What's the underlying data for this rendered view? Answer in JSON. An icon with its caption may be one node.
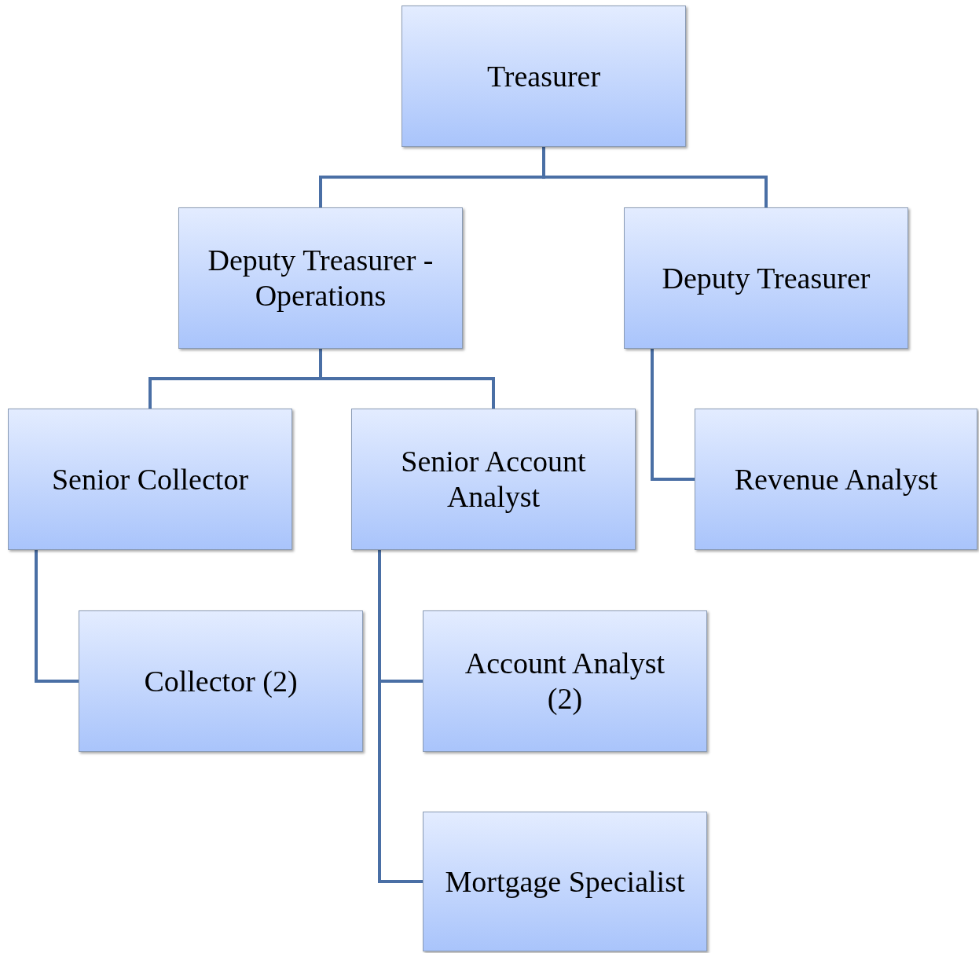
{
  "diagram": {
    "nodes": [
      {
        "text": [
          "Treasurer"
        ]
      },
      {
        "text": [
          "Deputy Treasurer - Operations"
        ]
      },
      {
        "text": [
          "Deputy Treasurer"
        ]
      },
      {
        "text": [
          "Senior Collector"
        ]
      },
      {
        "text": [
          "Senior Account Analyst"
        ]
      },
      {
        "text": [
          "Revenue Analyst"
        ]
      },
      {
        "text": [
          "Collector (2)"
        ]
      },
      {
        "text": [
          "Account Analyst (2)"
        ]
      },
      {
        "text": [
          "Mortgage Specialist"
        ]
      }
    ],
    "edges": [
      {
        "from": 0,
        "to": 1,
        "arrow": "none"
      },
      {
        "from": 0,
        "to": 2,
        "arrow": "none"
      },
      {
        "from": 1,
        "to": 3,
        "arrow": "none"
      },
      {
        "from": 1,
        "to": 4,
        "arrow": "none"
      },
      {
        "from": 2,
        "to": 5,
        "arrow": "none"
      },
      {
        "from": 3,
        "to": 6,
        "arrow": "none"
      },
      {
        "from": 4,
        "to": 7,
        "arrow": "none"
      },
      {
        "from": 4,
        "to": 8,
        "arrow": "none"
      }
    ]
  }
}
